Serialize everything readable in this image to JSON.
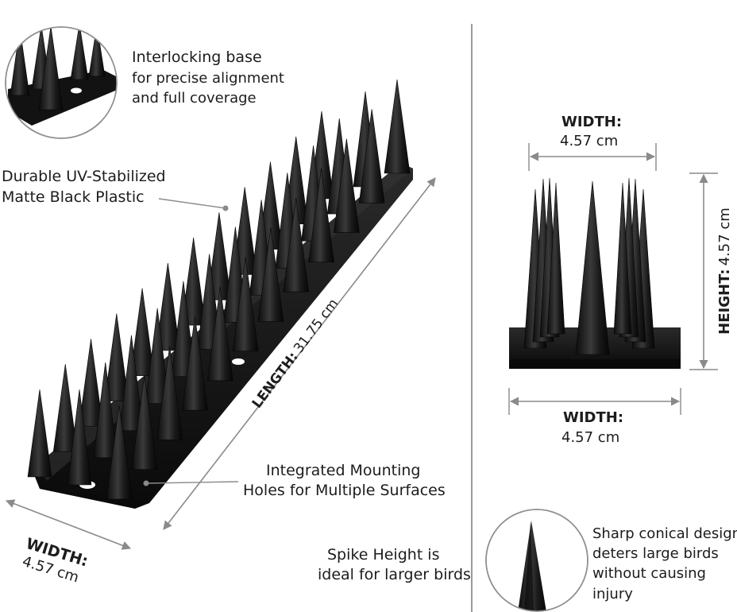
{
  "callouts": {
    "interlocking": {
      "title": "Interlocking base",
      "line2": "for precise alignment",
      "line3": "and full coverage"
    },
    "material": {
      "line1": "Durable UV-Stabilized",
      "line2": "Matte Black Plastic"
    },
    "mounting": {
      "line1": "Integrated Mounting",
      "line2": "Holes for Multiple Surfaces"
    },
    "spike_height": {
      "line1": "Spike Height is",
      "line2": "ideal for larger birds"
    },
    "conical": {
      "line1": "Sharp conical design",
      "line2": "deters large birds",
      "line3": "without causing",
      "line4": "injury"
    }
  },
  "dimensions": {
    "length_label": "LENGTH:",
    "length_value": "31.75 cm",
    "width_left_label": "WIDTH:",
    "width_left_value": "4.57 cm",
    "front_width_top_label": "WIDTH:",
    "front_width_top_value": "4.57 cm",
    "front_width_bottom_label": "WIDTH:",
    "front_width_bottom_value": "4.57 cm",
    "height_label": "HEIGHT:",
    "height_value": "4.57 cm"
  },
  "colors": {
    "spike": "#141414",
    "spike_highlight": "#3c3c3c",
    "base": "#101010",
    "dimension_line": "#8a8a8a",
    "divider": "#9a9a9a",
    "circle_border": "#8f8f8f"
  }
}
